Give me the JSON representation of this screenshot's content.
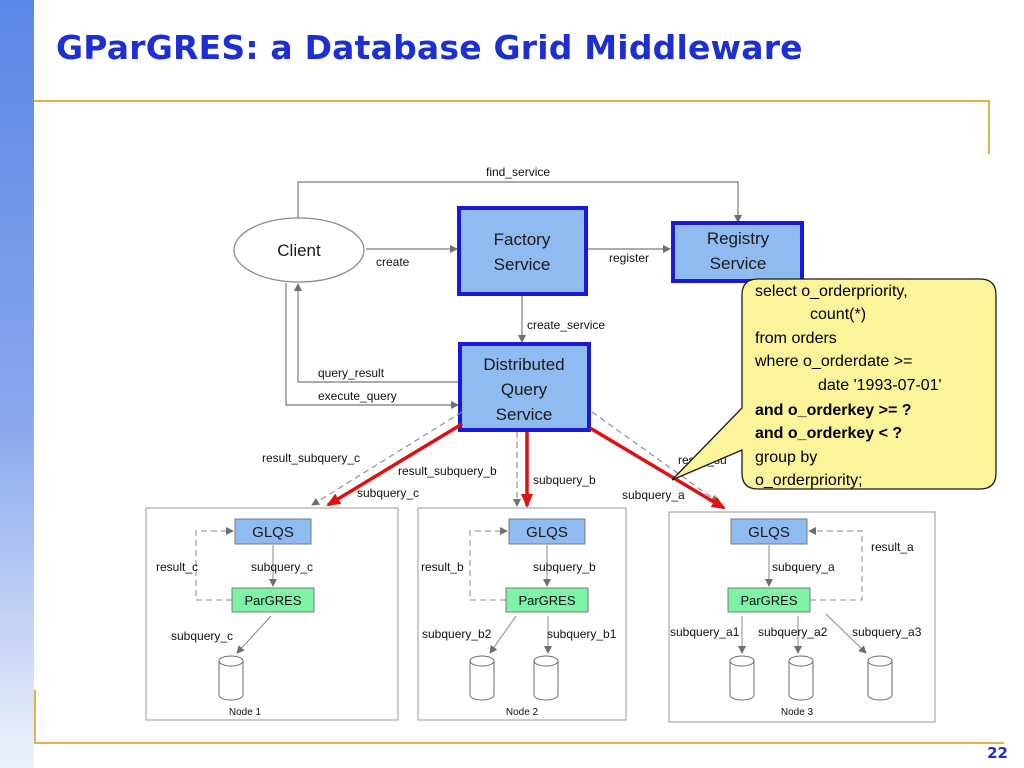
{
  "slide": {
    "title": "GParGRES: a Database Grid Middleware",
    "page_number": "22"
  },
  "diagram": {
    "client": "Client",
    "factory_service": [
      "Factory",
      "Service"
    ],
    "registry_service": [
      "Registry",
      "Service"
    ],
    "distributed_query_service": [
      "Distributed",
      "Query",
      "Service"
    ],
    "edge_labels": {
      "find_service": "find_service",
      "create": "create",
      "register": "register",
      "create_service": "create_service",
      "query_result": "query_result",
      "execute_query": "execute_query",
      "result_subquery_c": "result_subquery_c",
      "result_subquery_b": "result_subquery_b",
      "result_subquery_a": "result_su",
      "subquery_c": "subquery_c",
      "subquery_b": "subquery_b",
      "subquery_a": "subquery_a"
    },
    "nodes": [
      {
        "name": "Node 1",
        "glqs": "GLQS",
        "pargres": "ParGRES",
        "result": "result_c",
        "subquery": "subquery_c",
        "db_labels": [
          "subquery_c"
        ]
      },
      {
        "name": "Node 2",
        "glqs": "GLQS",
        "pargres": "ParGRES",
        "result": "result_b",
        "subquery": "subquery_b",
        "db_labels": [
          "subquery_b2",
          "subquery_b1"
        ]
      },
      {
        "name": "Node 3",
        "glqs": "GLQS",
        "pargres": "ParGRES",
        "result": "result_a",
        "subquery": "subquery_a",
        "db_labels": [
          "subquery_a1",
          "subquery_a2",
          "subquery_a3"
        ]
      }
    ],
    "sql_callout": {
      "lines": [
        "select o_orderpriority,",
        "count(*)",
        "from  orders",
        "where  o_orderdate >=",
        "date '1993-07-01'",
        "and o_orderkey >= ?",
        "and o_orderkey < ?",
        "group by",
        "o_orderpriority;"
      ]
    }
  },
  "colors": {
    "title": "#1d2fd0",
    "service_fill": "#8fbbf0",
    "service_border": "#1a1ad6",
    "pargres_fill": "#7ef2a6",
    "callout_fill": "#fbf49a",
    "red_arrow": "#e01010",
    "frame": "#e2b24a"
  }
}
